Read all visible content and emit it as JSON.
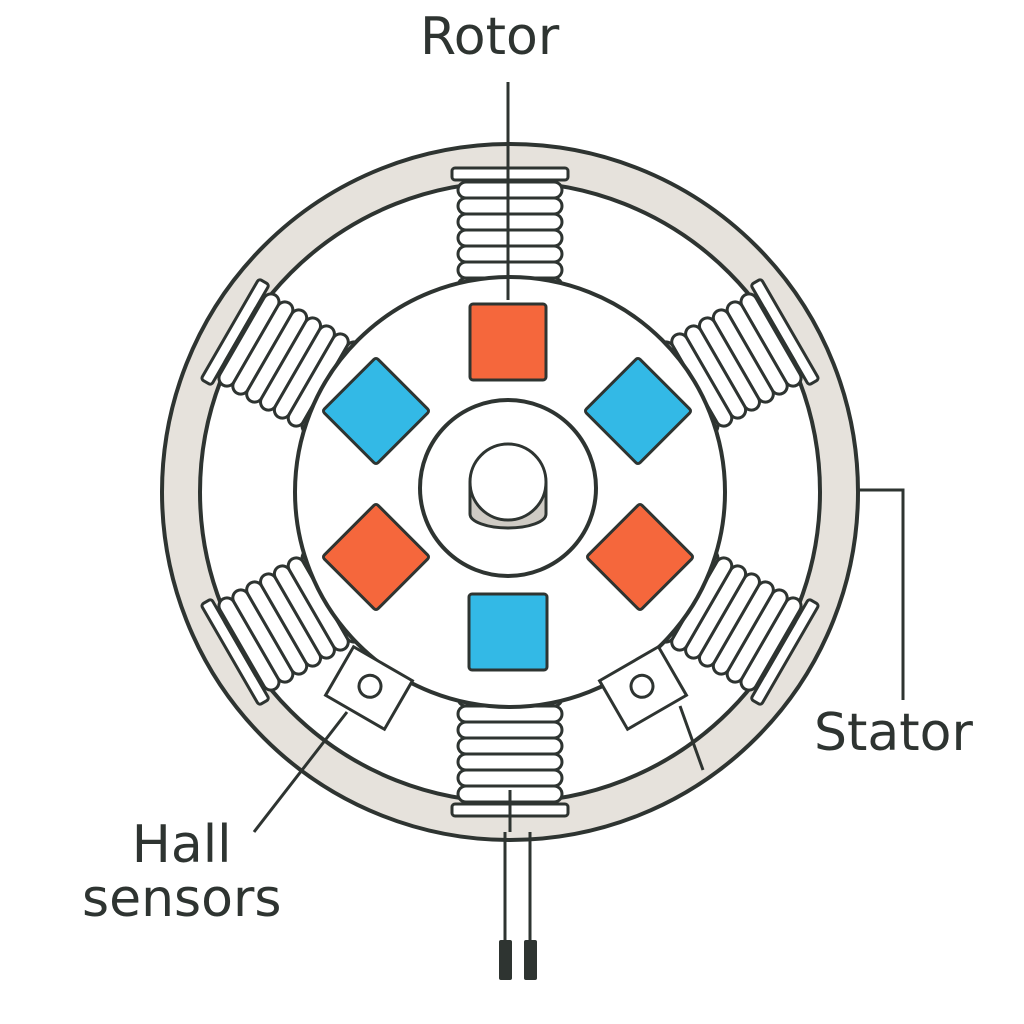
{
  "labels": {
    "rotor": "Rotor",
    "stator": "Stator",
    "hall_line1": "Hall",
    "hall_line2": "sensors"
  },
  "colors": {
    "stroke": "#2e3431",
    "stator_ring": "#e6e2dc",
    "magnet_north": "#f5673c",
    "magnet_south": "#33b9e6",
    "shaft_shadow": "#cfcbc4",
    "background": "#ffffff"
  }
}
